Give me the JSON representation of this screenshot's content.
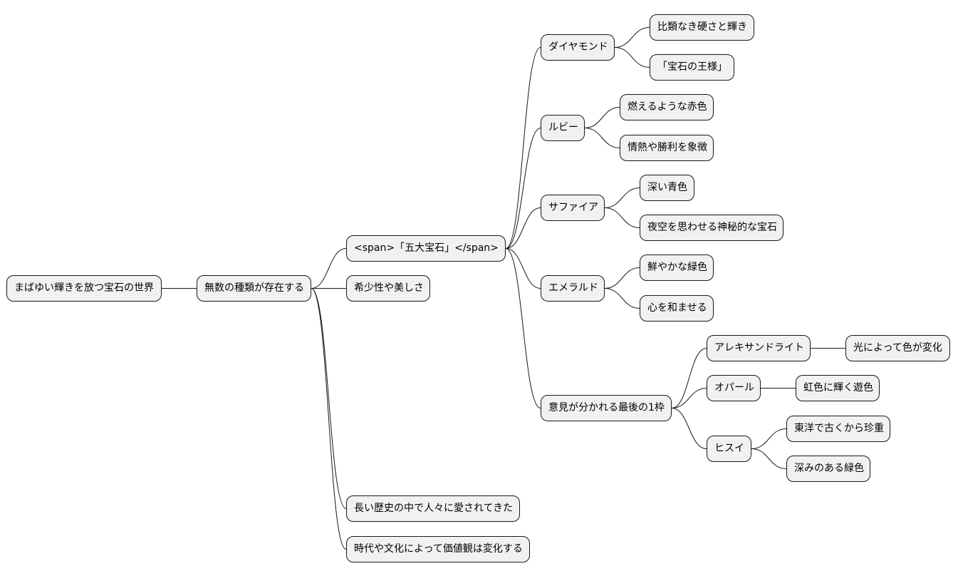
{
  "colors": {
    "node_fill": "#f1f1f1",
    "node_border": "#181818",
    "edge": "#181818",
    "background": "#ffffff"
  },
  "nodes": {
    "root": "まばゆい輝きを放つ宝石の世界",
    "variety": "無数の種類が存在する",
    "five_gems": "<span>「五大宝石」</span>",
    "rarity": "希少性や美しさ",
    "history": "長い歴史の中で人々に愛されてきた",
    "culture": "時代や文化によって価値観は変化する",
    "diamond": "ダイヤモンド",
    "diamond_hardness": "比類なき硬さと輝き",
    "diamond_king": "「宝石の王様」",
    "ruby": "ルビー",
    "ruby_red": "燃えるような赤色",
    "ruby_symbol": "情熱や勝利を象徴",
    "sapphire": "サファイア",
    "sapphire_blue": "深い青色",
    "sapphire_mystic": "夜空を思わせる神秘的な宝石",
    "emerald": "エメラルド",
    "emerald_green": "鮮やかな緑色",
    "emerald_calm": "心を和ませる",
    "last_slot": "意見が分かれる最後の1枠",
    "alexandrite": "アレキサンドライト",
    "alexandrite_change": "光によって色が変化",
    "opal": "オパール",
    "opal_rainbow": "虹色に輝く遊色",
    "jade": "ヒスイ",
    "jade_treasure": "東洋で古くから珍重",
    "jade_green": "深みのある緑色"
  }
}
